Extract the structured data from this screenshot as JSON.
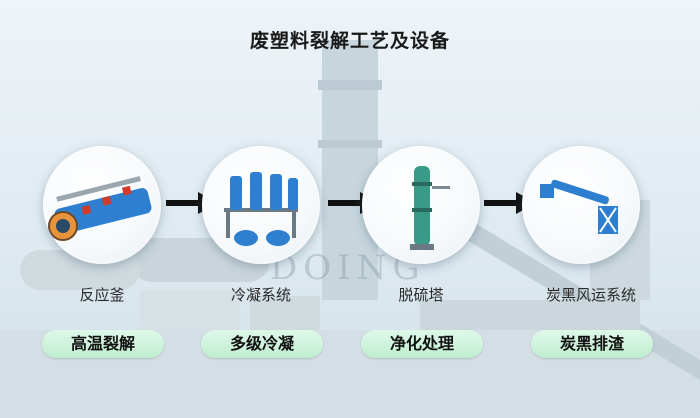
{
  "title": "废塑料裂解工艺及设备",
  "watermark": "DOING",
  "steps": [
    {
      "equipment": "反应釜",
      "process": "高温裂解"
    },
    {
      "equipment": "冷凝系统",
      "process": "多级冷凝"
    },
    {
      "equipment": "脱硫塔",
      "process": "净化处理"
    },
    {
      "equipment": "炭黑风运系统",
      "process": "炭黑排渣"
    }
  ],
  "colors": {
    "pill": "#c8f1d8",
    "arrow": "#111111",
    "equipment_blue": "#2f7fd1",
    "tower_green": "#3a9a88"
  }
}
